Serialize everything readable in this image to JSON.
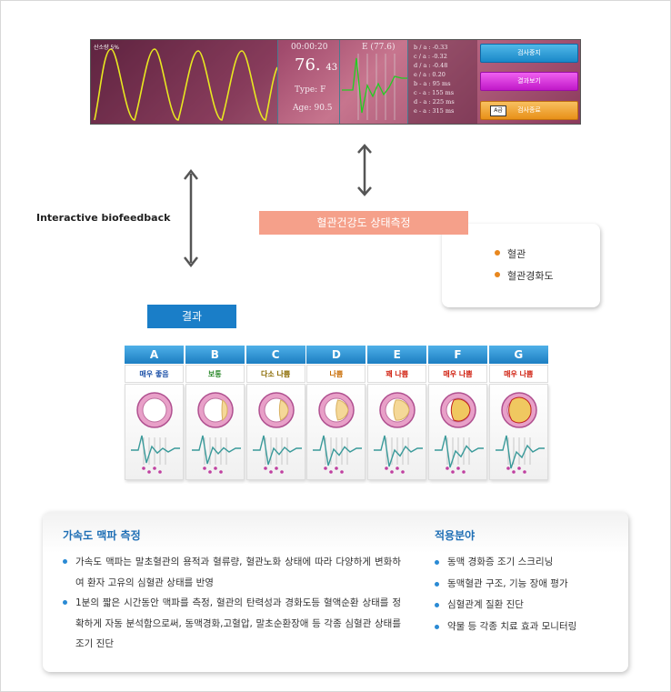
{
  "monitor": {
    "status": "산소량 5%",
    "time": "00:00:20",
    "value_main": "76.",
    "value_sub": "43",
    "type": "Type: F",
    "age": "Age: 90.5",
    "ecg_title": "E (77.6)",
    "params": [
      "b / a : -0.33",
      "c / a : -0.32",
      "d / a : -0.48",
      "e / a : 0.20",
      "b - a : 95 ms",
      "c - a : 155 ms",
      "d - a : 225 ms",
      "e - a : 315 ms"
    ],
    "buttons": [
      "검사중지",
      "결과보기",
      "검사종료"
    ],
    "tag": "A급"
  },
  "labels": {
    "interactive": "Interactive biofeedback",
    "vascular": "혈관건강도 상태측정",
    "result": "결과"
  },
  "vascular_items": [
    "혈관",
    "혈관경화도"
  ],
  "grades": [
    {
      "letter": "A",
      "label": "매우 좋음",
      "color": "#2255aa"
    },
    {
      "letter": "B",
      "label": "보통",
      "color": "#2e8b2e"
    },
    {
      "letter": "C",
      "label": "다소 나쁨",
      "color": "#8a6a00"
    },
    {
      "letter": "D",
      "label": "나쁨",
      "color": "#c86a00"
    },
    {
      "letter": "E",
      "label": "꽤 나쁨",
      "color": "#d02010"
    },
    {
      "letter": "F",
      "label": "매우 나쁨",
      "color": "#d02010"
    },
    {
      "letter": "G",
      "label": "매우 나쁨",
      "color": "#d02010"
    }
  ],
  "info": {
    "title": "가속도 맥파 측정",
    "items": [
      "가속도 맥파는 말초혈관의 용적과 혈류량, 혈관노화 상태에 따라 다양하게 변화하여 환자 고유의 심혈관 상태를 반영",
      "1분의 짧은 시간동안 맥파를 측정, 혈관의 탄력성과 경화도등 혈액순환 상태를 정확하게 자동 분석함으로써, 동맥경화,고혈압, 말초순환장애 등 각종 심혈관 상태를 조기 진단"
    ]
  },
  "applications": {
    "title": "적용분야",
    "items": [
      "동맥 경화증 조기 스크리닝",
      "동맥혈관 구조, 기능 장애 평가",
      "심혈관계 질환 진단",
      "약물 등 각종 치료 효과 모니터링"
    ]
  }
}
